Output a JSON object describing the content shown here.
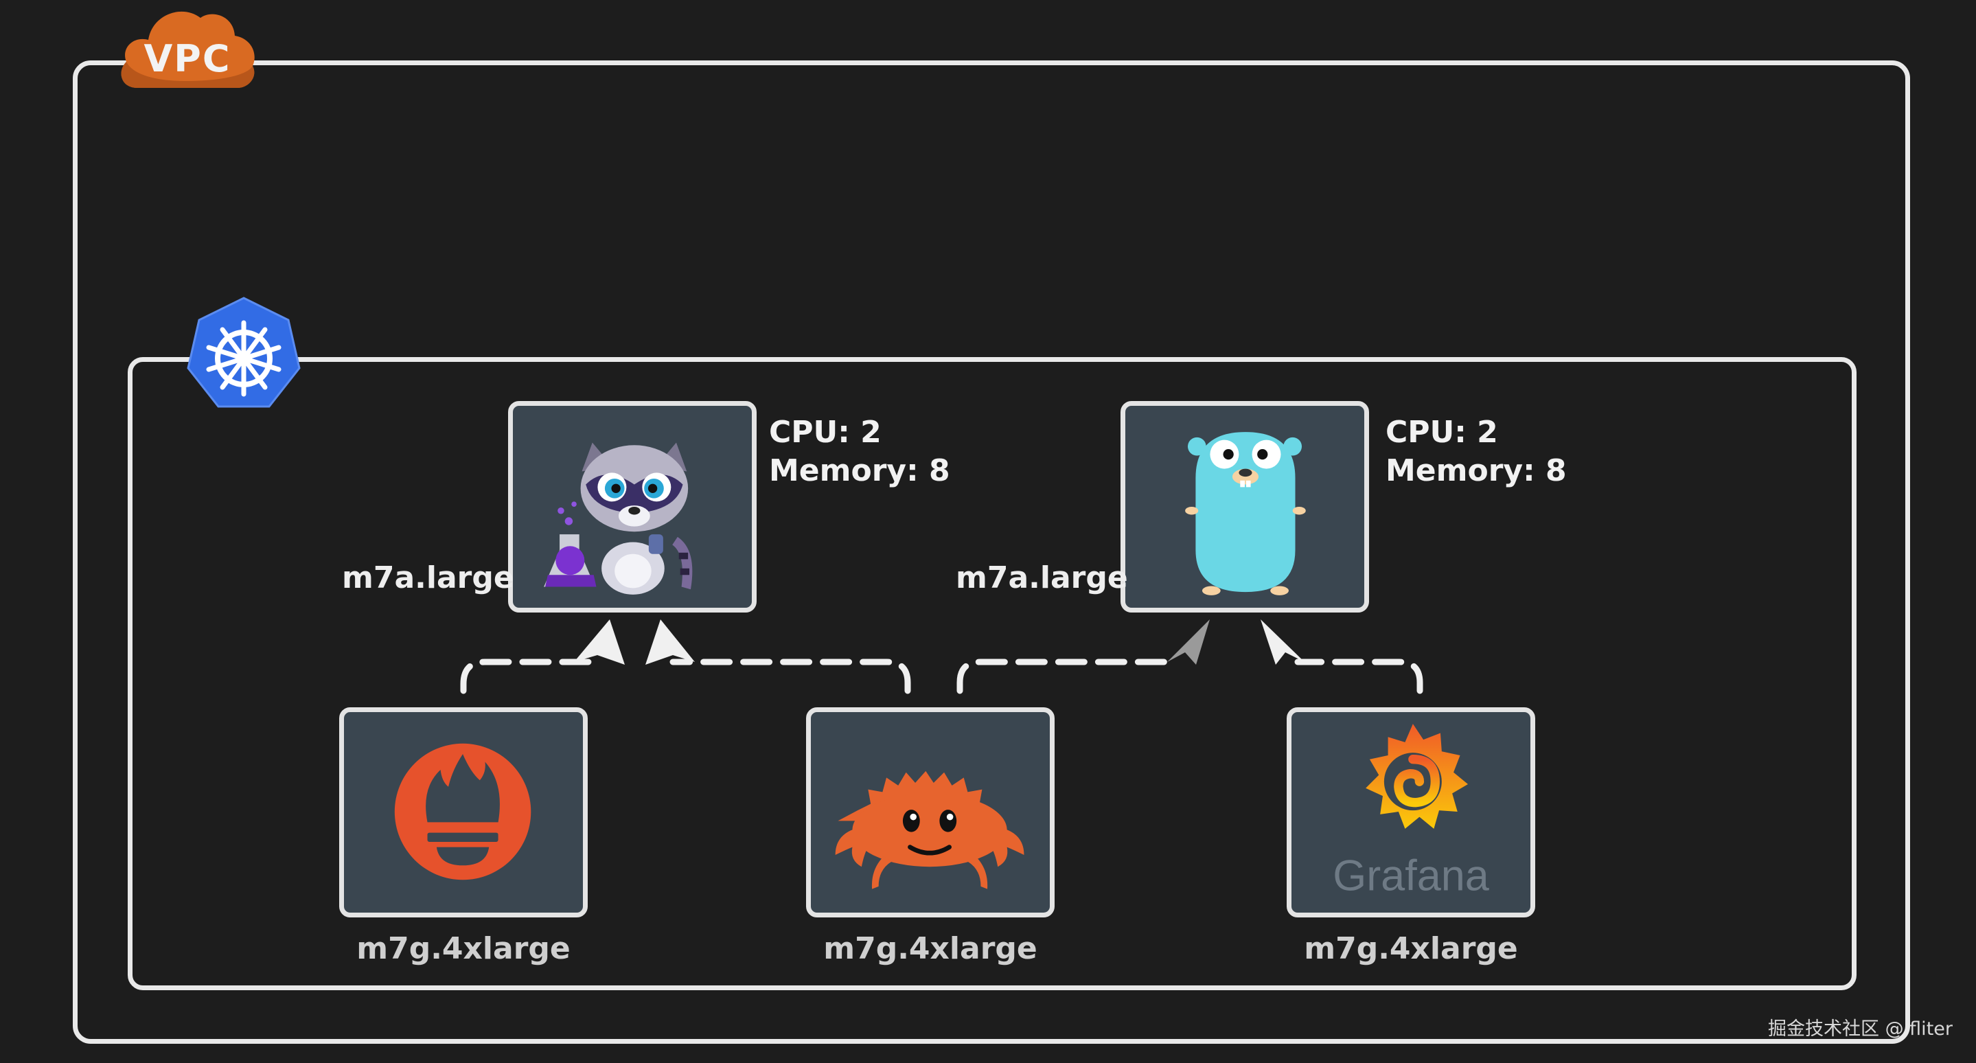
{
  "vpc": {
    "label": "VPC"
  },
  "cluster": {
    "control_nodes": [
      {
        "instance": "m7a.large",
        "cpu": "CPU: 2",
        "memory": "Memory: 8",
        "icon": "raccoon-mascot-icon"
      },
      {
        "instance": "m7a.large",
        "cpu": "CPU: 2",
        "memory": "Memory: 8",
        "icon": "go-gopher-icon"
      }
    ],
    "workload_nodes": [
      {
        "instance": "m7g.4xlarge",
        "icon": "prometheus-icon"
      },
      {
        "instance": "m7g.4xlarge",
        "icon": "rust-crab-icon"
      },
      {
        "instance": "m7g.4xlarge",
        "icon": "grafana-icon",
        "logo_text": "Grafana"
      }
    ]
  },
  "watermark": "掘金技术社区 @ fliter",
  "colors": {
    "background": "#1d1d1d",
    "border": "#e9e9e9",
    "card": "#3a4650",
    "vpc_cloud": "#d96a22",
    "kubernetes_blue": "#326ce5"
  }
}
